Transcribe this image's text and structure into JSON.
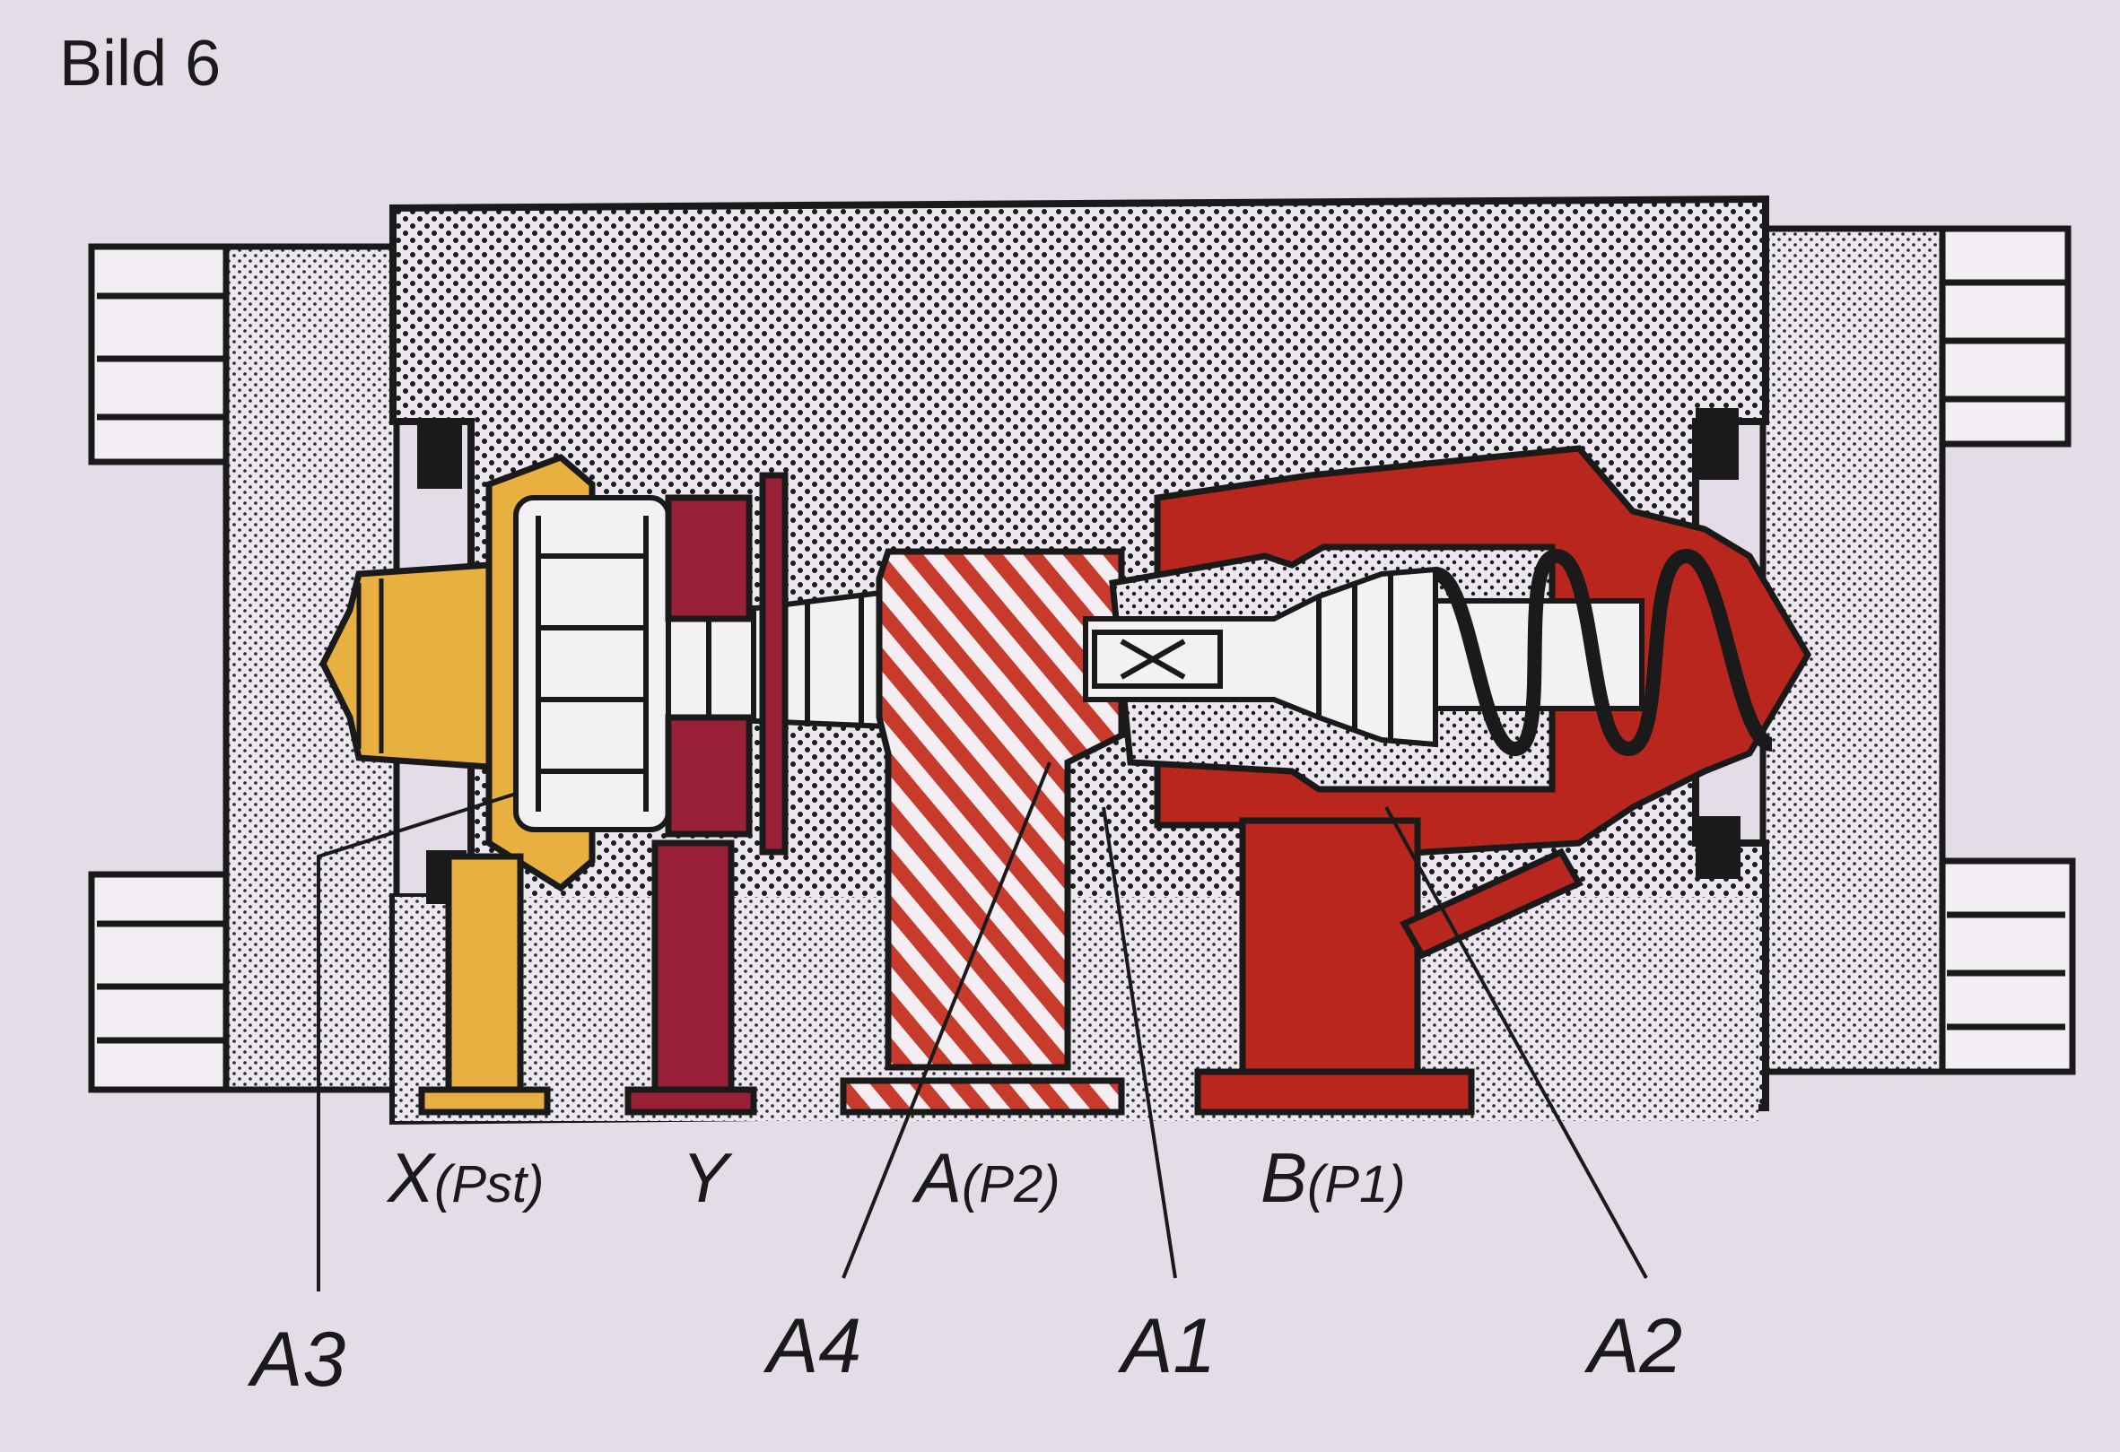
{
  "figure": {
    "title": "Bild 6"
  },
  "ports": [
    {
      "id": "x",
      "main": "X",
      "sub": "(Pst)"
    },
    {
      "id": "y",
      "main": "Y",
      "sub": ""
    },
    {
      "id": "a",
      "main": "A",
      "sub": "(P2)"
    },
    {
      "id": "b",
      "main": "B",
      "sub": "(P1)"
    }
  ],
  "areas": [
    {
      "id": "a3",
      "label": "A3"
    },
    {
      "id": "a4",
      "label": "A4"
    },
    {
      "id": "a1",
      "label": "A1"
    },
    {
      "id": "a2",
      "label": "A2"
    }
  ],
  "colors": {
    "background": "#e4dde8",
    "body_dots": "#1a1a1a",
    "body_fill": "#e9e4ea",
    "pilot_piston": "#e8b040",
    "y_part": "#9a2038",
    "a_hatch": "#c83a2c",
    "b_part": "#b8261e",
    "outline": "#1a1a1a"
  }
}
